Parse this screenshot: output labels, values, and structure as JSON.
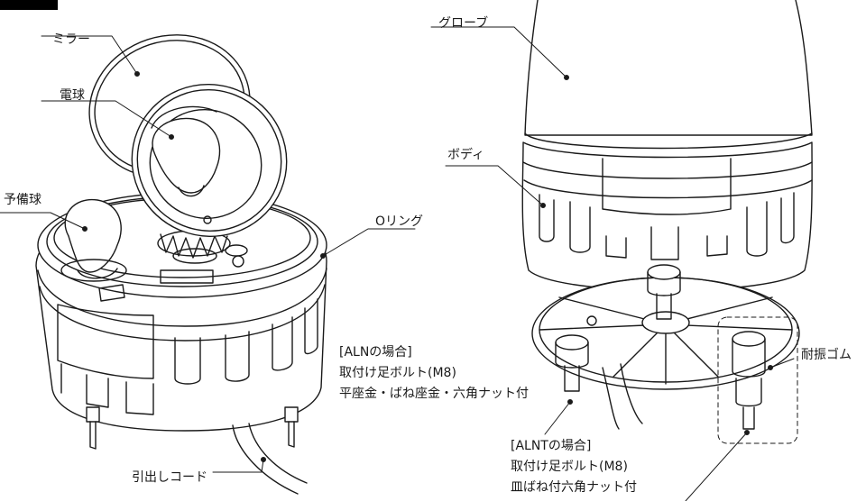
{
  "labels": {
    "mirror": "ミラー",
    "bulb": "電球",
    "spare_bulb": "予備球",
    "o_ring": "Oリング",
    "cord": "引出しコード",
    "globe": "グローブ",
    "body": "ボディ",
    "rubber": "耐振ゴム"
  },
  "aln_note": {
    "title": "[ALNの場合]",
    "line1": "取付け足ボルト(M8)",
    "line2": "平座金・ばね座金・六角ナット付"
  },
  "alnt_note": {
    "title": "[ALNTの場合]",
    "line1": "取付け足ボルト(M8)",
    "line2": "皿ばね付六角ナット付"
  },
  "colors": {
    "ink": "#1a1a1a",
    "corner_tab": "#000000"
  }
}
